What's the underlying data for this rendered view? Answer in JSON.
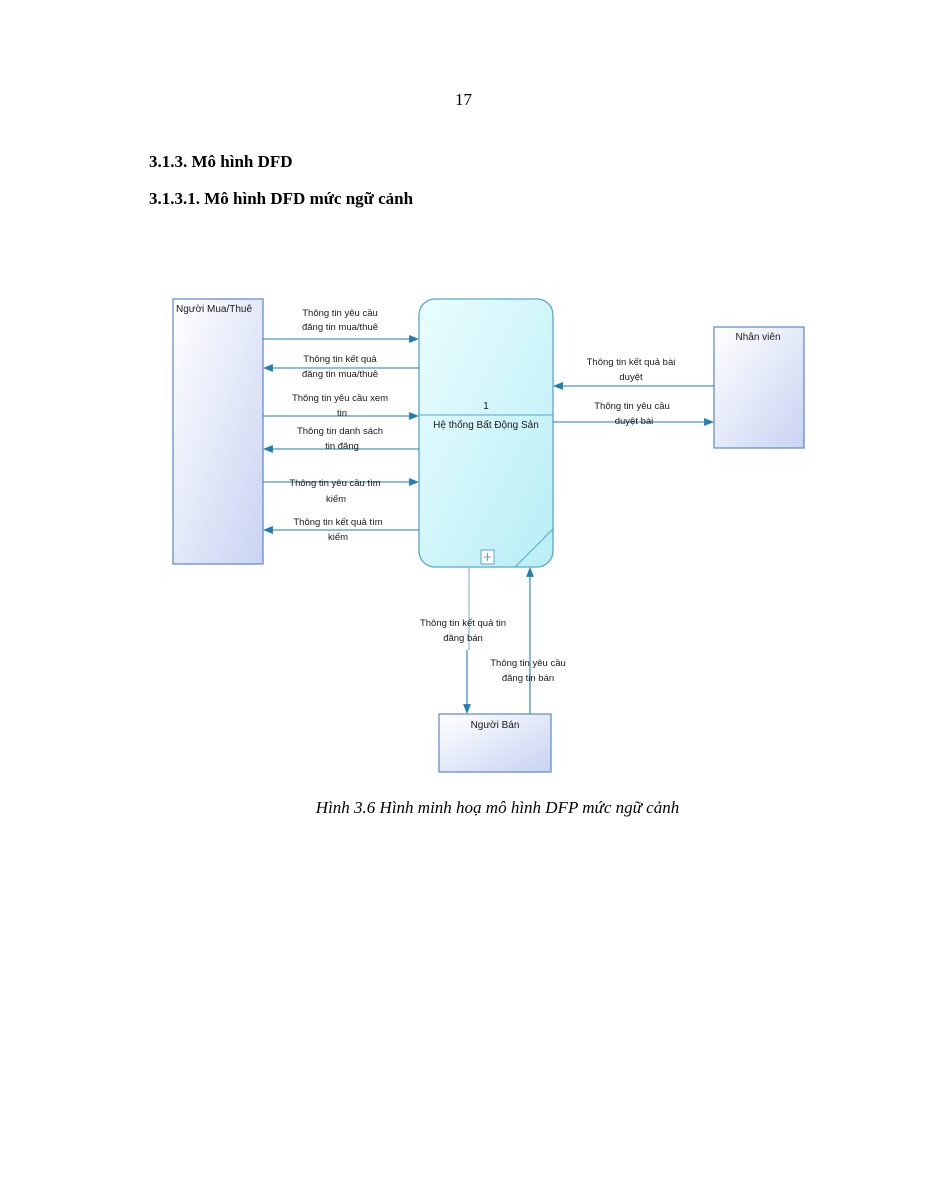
{
  "page": {
    "number": "17"
  },
  "headings": {
    "section": "3.1.3.  Mô hình DFD",
    "subsection": "3.1.3.1. Mô hình DFD mức ngữ cảnh"
  },
  "diagram": {
    "entities": {
      "buyer": "Người Mua/Thuê",
      "staff": "Nhân viên",
      "seller": "Người Bán"
    },
    "process": {
      "number": "1",
      "name": "Hệ thống Bất Động Sản"
    },
    "flows": {
      "buyer_post_request": [
        "Thông tin yêu cầu",
        "đăng tin mua/thuê"
      ],
      "buyer_post_result": [
        "Thông tin kết quả",
        "đăng tin mua/thuê"
      ],
      "buyer_view_request": [
        "Thông tin yêu cầu xem",
        "tin"
      ],
      "buyer_listing_info": [
        "Thông tin danh sách",
        "tin đăng"
      ],
      "buyer_search_request": [
        "Thông tin yêu cầu tìm",
        "kiếm"
      ],
      "buyer_search_result": [
        "Thông tin kết quả tìm",
        "kiếm"
      ],
      "staff_review_result": [
        "Thông tin kết quả bài",
        "duyệt"
      ],
      "staff_review_request": [
        "Thông tin yêu cầu",
        "duyệt bài"
      ],
      "seller_post_result": [
        "Thông tin kết quả tin",
        "đăng bán"
      ],
      "seller_post_request": [
        "Thông tin yêu cầu",
        "đăng tin bán"
      ]
    }
  },
  "caption": "Hình 3.6 Hình minh hoạ mô hình DFP mức ngữ cảnh",
  "colors": {
    "flow": "#1f7fb0",
    "entity_border": "#5b86c7",
    "process_border": "#5aa6c8",
    "process_fill": "#cff7fb"
  }
}
